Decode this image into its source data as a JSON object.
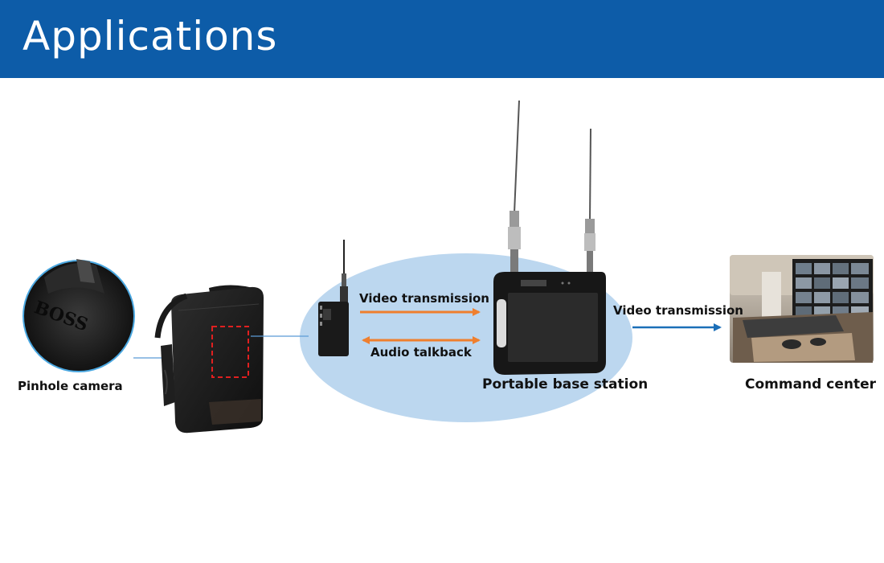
{
  "header": {
    "title": "Applications"
  },
  "labels": {
    "pinhole_camera": "Pinhole camera",
    "video_transmission_1": "Video transmission",
    "audio_talkback": "Audio talkback",
    "portable_base_station": "Portable base station",
    "video_transmission_2": "Video transmission",
    "command_center": "Command center"
  },
  "bag_logo_text": "BOSS",
  "colors": {
    "header_bg": "#0d5ca8",
    "ellipse_fill": "#bcd7ef",
    "orange_arrow": "#ef7f2e",
    "blue_arrow": "#1b6fb8",
    "connector_line": "#5b9bd5",
    "dashed_box": "#e02020"
  }
}
